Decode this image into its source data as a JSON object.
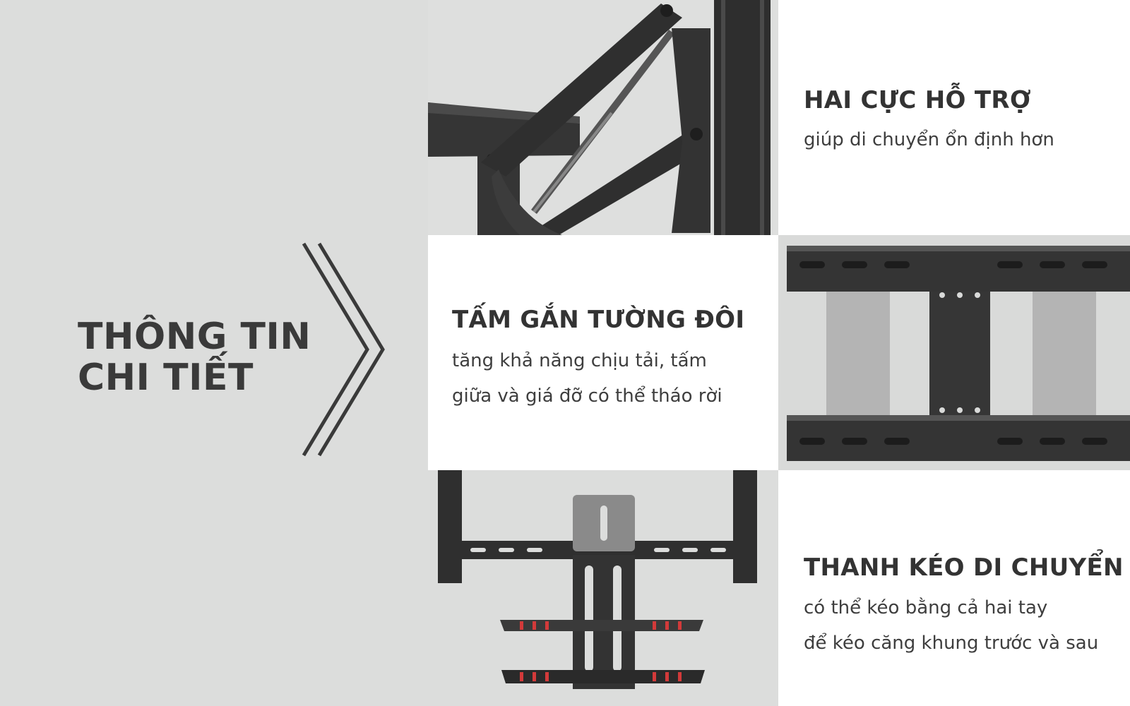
{
  "main_title": {
    "line1": "THÔNG TIN",
    "line2": "CHI TIẾT"
  },
  "features": [
    {
      "heading": "HAI CỰC HỖ TRỢ",
      "desc_line1": "giúp di chuyển ổn định hơn",
      "desc_line2": ""
    },
    {
      "heading": "TẤM GẮN TƯỜNG ĐÔI",
      "desc_line1": "tăng khả năng chịu tải, tấm",
      "desc_line2": "giữa và giá đỡ có thể tháo rời"
    },
    {
      "heading": "THANH KÉO DI CHUYỂN",
      "desc_line1": "có thể kéo bằng cả hai tay",
      "desc_line2": "để kéo căng khung trước và sau"
    }
  ],
  "colors": {
    "background": "#dcdddc",
    "text_dark": "#3a3a3a",
    "metal": "#3b3b3b",
    "accent_red": "#d33a3a"
  },
  "icons": [
    "double-chevron-right-icon"
  ]
}
